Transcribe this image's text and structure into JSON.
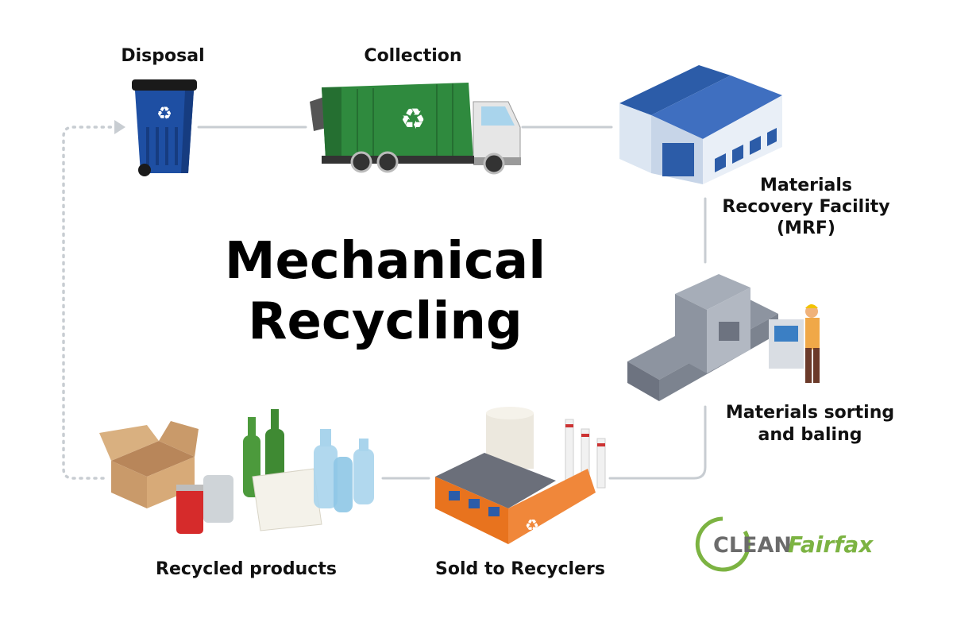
{
  "title": {
    "line1": "Mechanical",
    "line2": "Recycling"
  },
  "steps": {
    "disposal": "Disposal",
    "collection": "Collection",
    "mrf": {
      "line1": "Materials",
      "line2": "Recovery Facility",
      "line3": "(MRF)"
    },
    "sorting": {
      "line1": "Materials sorting",
      "line2": "and baling"
    },
    "sold": "Sold to Recyclers",
    "products": "Recycled products"
  },
  "logo": {
    "word1": "CLEAN",
    "word2": "Fairfax"
  },
  "colors": {
    "connector": "#c8cdd2",
    "bin": "#1e4fa3",
    "truck": "#2f8a3e",
    "building": "#2c5ca8",
    "factory": "#e8731e",
    "logo_grey": "#6b6b6b",
    "logo_green": "#7cb342"
  },
  "icons": [
    "recycling-bin-icon",
    "garbage-truck-icon",
    "facility-building-icon",
    "conveyor-machine-icon",
    "factory-icon",
    "recycled-products-icon"
  ]
}
